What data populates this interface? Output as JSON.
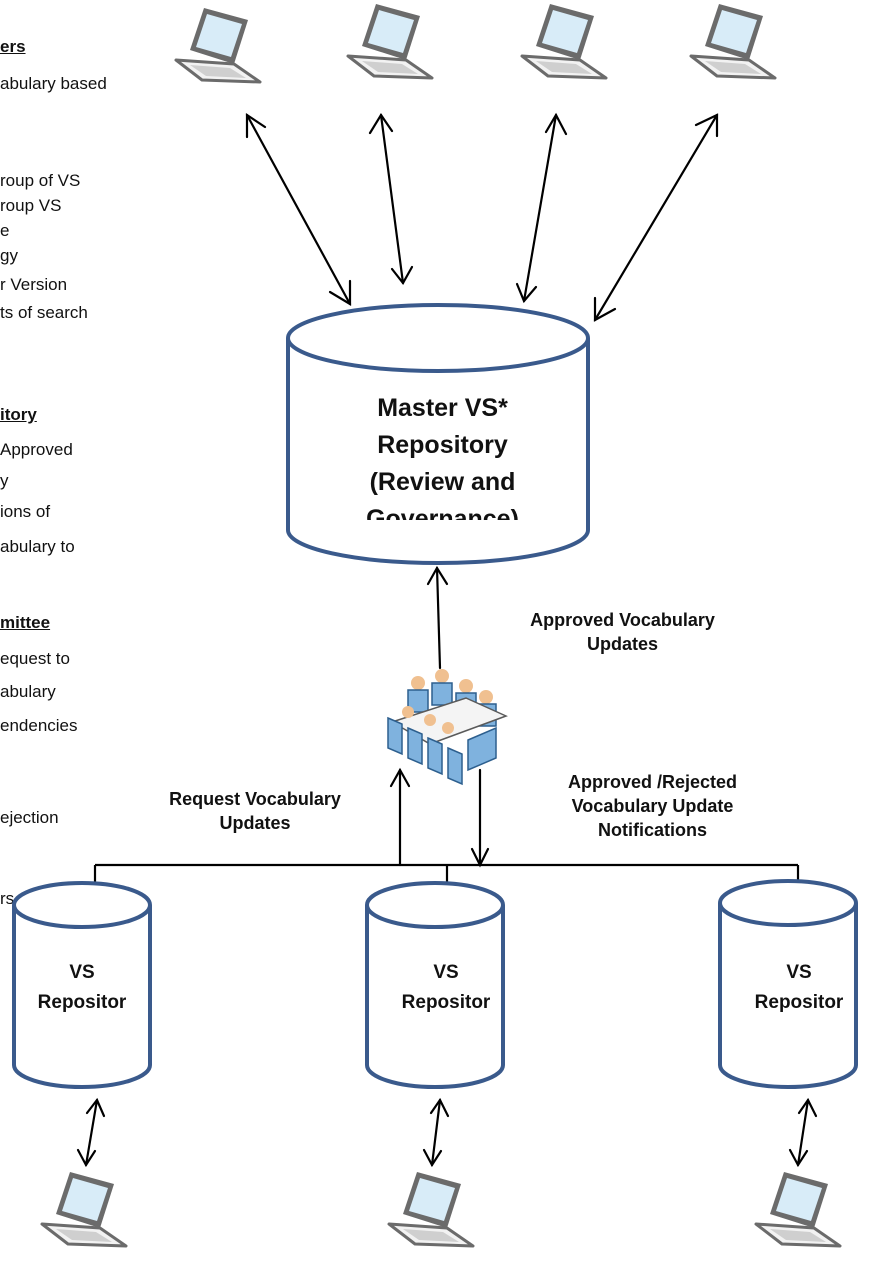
{
  "side_text": {
    "users_heading": "ers",
    "users_lines": [
      "abulary based",
      "roup of VS",
      "roup VS",
      "e",
      "gy",
      "r Version",
      "ts of search"
    ],
    "repository_heading": "itory",
    "repository_lines": [
      "Approved",
      "y",
      "ions of",
      "abulary  to"
    ],
    "committee_heading": "mittee",
    "committee_lines": [
      "equest to",
      "abulary",
      "endencies",
      "ejection",
      "rs, Programs,"
    ]
  },
  "master_repository": {
    "lines": [
      "Master VS*",
      "Repository",
      "(Review and",
      "Governance)"
    ]
  },
  "local_repositories": [
    {
      "line1": "VS",
      "line2": "Repositor"
    },
    {
      "line1": "VS",
      "line2": "Repositor"
    },
    {
      "line1": "VS",
      "line2": "Repositor"
    }
  ],
  "flow_labels": {
    "approved_updates": [
      "Approved Vocabulary",
      "Updates"
    ],
    "request_updates": [
      "Request Vocabulary",
      "Updates"
    ],
    "notifications": [
      "Approved /Rejected",
      "Vocabulary Update",
      "Notifications"
    ]
  },
  "icons": {
    "client": "laptop-icon",
    "committee": "meeting-group-icon"
  },
  "colors": {
    "cylinder_stroke": "#3a5a8c",
    "line": "#000000",
    "laptop_body": "#6b6b6b",
    "laptop_screen": "#d8ecf8",
    "people": "#7fb2de"
  }
}
